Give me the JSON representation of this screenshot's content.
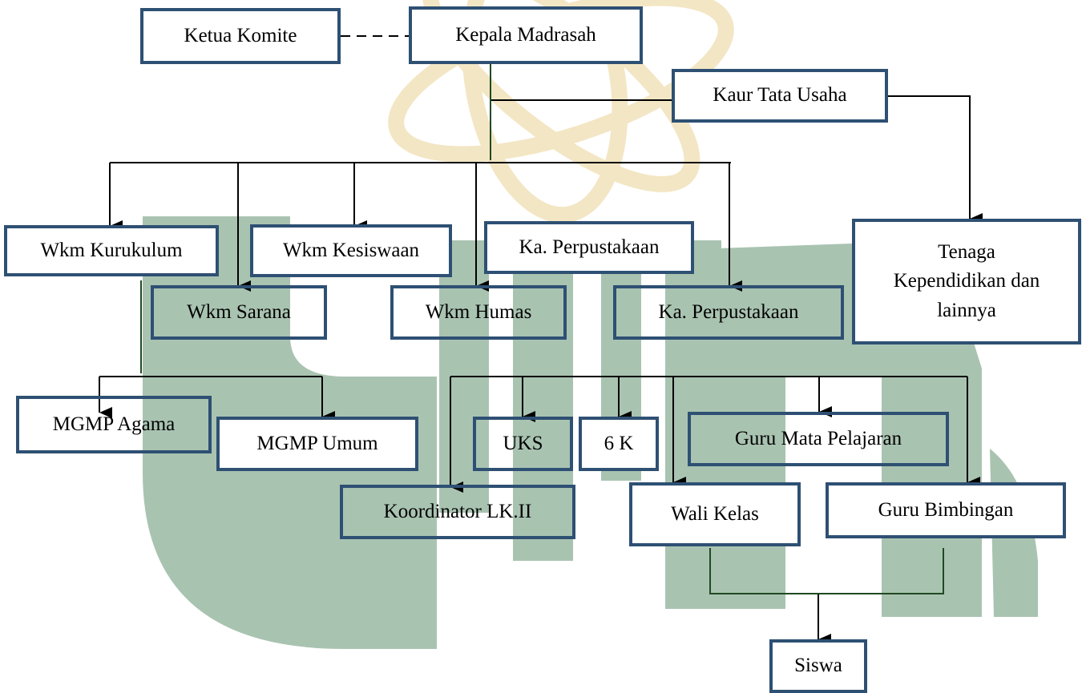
{
  "nodes": {
    "ketua_komite": "Ketua Komite",
    "kepala_madrasah": "Kepala Madrasah",
    "kaur_tata_usaha": "Kaur Tata Usaha",
    "wkm_kurikulum": "Wkm Kurukulum",
    "wkm_kesiswaan": "Wkm Kesiswaan",
    "ka_perpustakaan_1": "Ka. Perpustakaan",
    "tenaga_kependidikan": "Tenaga Kependidikan dan lainnya",
    "wkm_sarana": "Wkm Sarana",
    "wkm_humas": "Wkm Humas",
    "ka_perpustakaan_2": "Ka. Perpustakaan",
    "mgmp_agama": "MGMP Agama",
    "mgmp_umum": "MGMP Umum",
    "uks": "UKS",
    "six_k": "6 K",
    "guru_mata_pelajaran": "Guru Mata Pelajaran",
    "koordinator_lk": "Koordinator LK.II",
    "wali_kelas": "Wali Kelas",
    "guru_bimbingan": "Guru Bimbingan",
    "siswa": "Siswa"
  },
  "colors": {
    "box_border": "#2e5073",
    "watermark_green": "#a9c3b1",
    "watermark_gold": "#f3e6c4",
    "connector": "#000000",
    "connector_green": "#1f4a22"
  }
}
